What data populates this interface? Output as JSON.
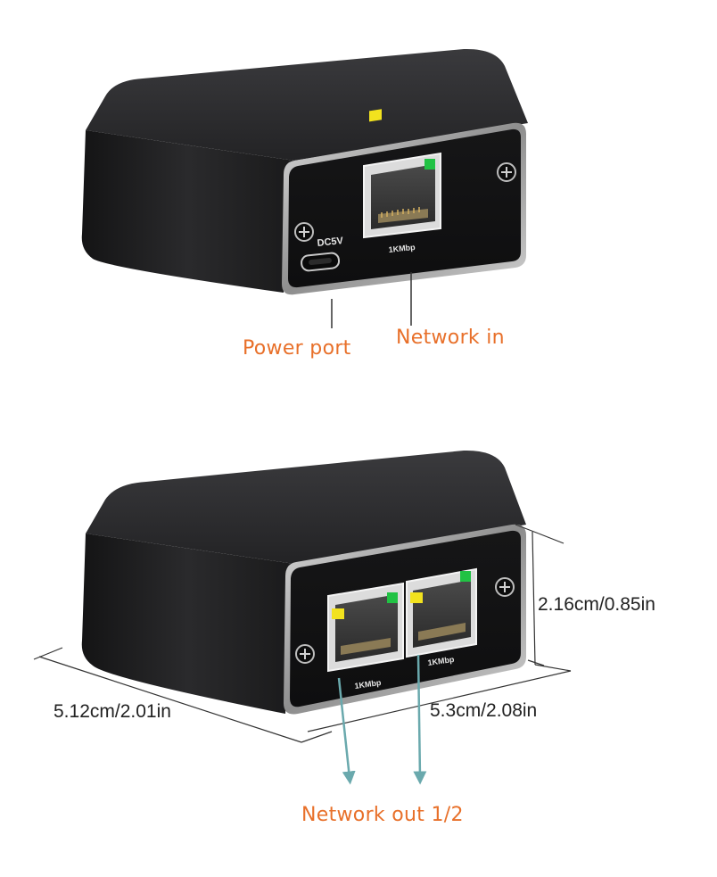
{
  "colors": {
    "callout": "#e8702a",
    "arrow": "#6aa9ad",
    "body": "#1b1b1d",
    "led_green": "#21c244",
    "led_yellow": "#f2e21e"
  },
  "top_device": {
    "power_label": "DC5V",
    "port_label": "1KMbp",
    "callouts": {
      "power_port": "Power port",
      "network_in": "Network in"
    }
  },
  "bottom_device": {
    "port_labels": [
      "1KMbp",
      "1KMbp"
    ],
    "callout_network_out": "Network out 1/2",
    "dimensions": {
      "height": "2.16cm/0.85in",
      "depth": "5.12cm/2.01in",
      "width": "5.3cm/2.08in"
    }
  },
  "icons": [
    "screw-icon",
    "usb-c-port-icon",
    "rj45-port-icon",
    "arrow-down-icon"
  ]
}
